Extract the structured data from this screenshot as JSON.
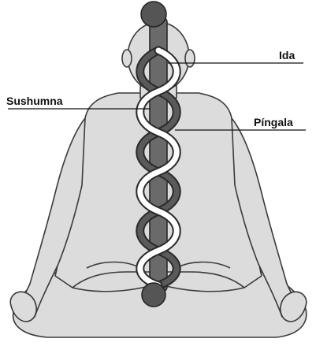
{
  "labels": {
    "ida": "Ida",
    "sushumna": "Sushumna",
    "pingala": "Píngala"
  },
  "colors": {
    "figure_fill": "#dcdcdc",
    "figure_outline": "#3a3a3a",
    "spine": "#6a6a6a",
    "ida_channel": "#ffffff",
    "pingala_channel": "#5a5a5a",
    "chakra": "#555555"
  }
}
